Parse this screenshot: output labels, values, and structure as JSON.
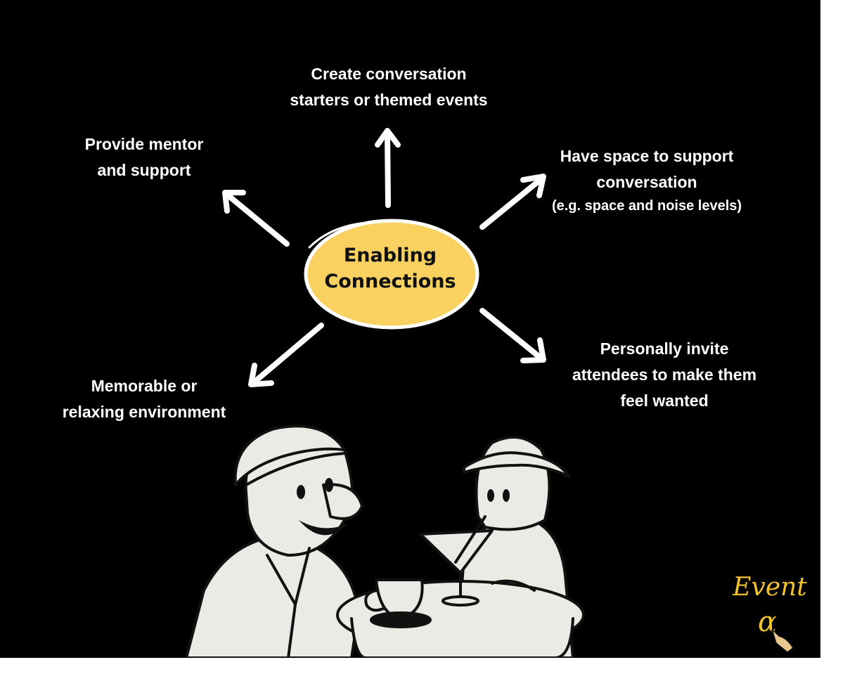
{
  "diagram": {
    "center": {
      "line1": "Enabling",
      "line2": "Connections"
    },
    "nodes": {
      "top": {
        "line1": "Create conversation",
        "line2": "starters or themed events"
      },
      "top_left": {
        "line1": "Provide mentor",
        "line2": "and support"
      },
      "top_right": {
        "line1": "Have space to support",
        "line2": "conversation",
        "line3": "(e.g. space and noise levels)"
      },
      "bottom_left": {
        "line1": "Memorable or",
        "line2": "relaxing environment"
      },
      "bottom_right": {
        "line1": "Personally invite",
        "line2": "attendees to make them",
        "line3": "feel wanted"
      }
    }
  },
  "brand": {
    "text": "Event",
    "mark": "α"
  },
  "colors": {
    "background": "#000000",
    "accent": "#f8d160",
    "text": "#ffffff",
    "brand": "#f2c12e"
  }
}
